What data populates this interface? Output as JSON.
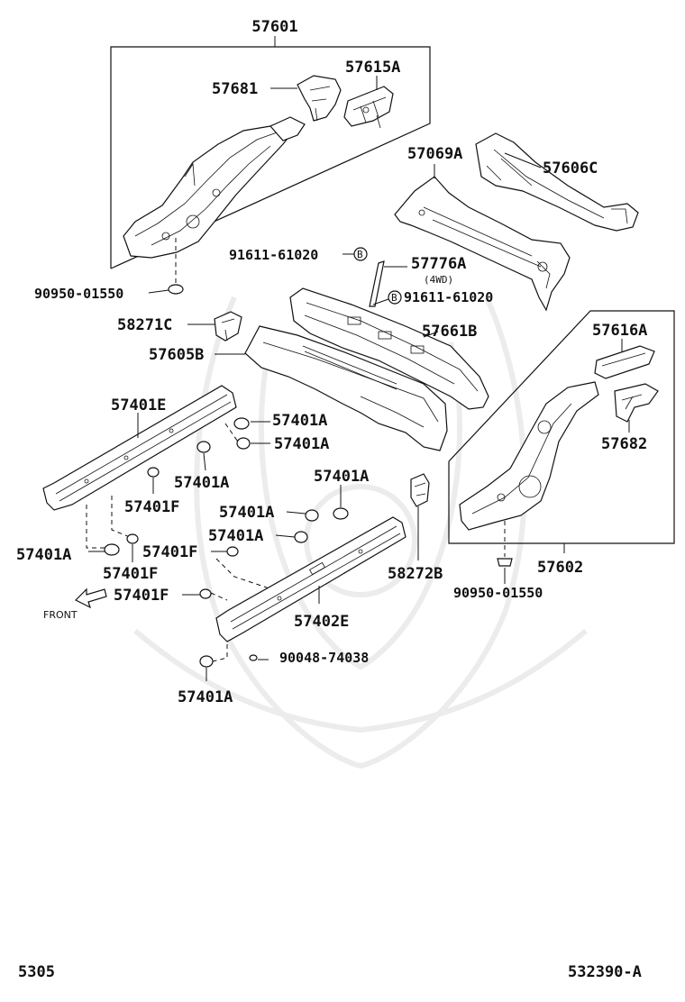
{
  "diagram": {
    "footer_left": "5305",
    "footer_right": "532390-A",
    "front_label": "FRONT",
    "labels": {
      "p57601": "57601",
      "p57681": "57681",
      "p57615A": "57615A",
      "p57069A": "57069A",
      "p57606C": "57606C",
      "p91611_top": "91611-61020",
      "p57776A": "57776A",
      "p4wd": "(4WD)",
      "p91611_bot": "91611-61020",
      "p90950_top": "90950-01550",
      "p58271C": "58271C",
      "p57661B": "57661B",
      "p57605B": "57605B",
      "p57616A": "57616A",
      "p57682": "57682",
      "p57401E": "57401E",
      "p57401A_1": "57401A",
      "p57401A_2": "57401A",
      "p57401A_3": "57401A",
      "p57401F_1": "57401F",
      "p57401A_4": "57401A",
      "p57401A_5": "57401A",
      "p57401A_6": "57401A",
      "p57401A_7": "57401A",
      "p57401F_2": "57401F",
      "p57401F_3": "57401F",
      "p57401F_4": "57401F",
      "p58272B": "58272B",
      "p57602": "57602",
      "p90950_bot": "90950-01550",
      "p57402E": "57402E",
      "p90048": "90048-74038",
      "p57401A_8": "57401A",
      "bolt_mark": "B"
    }
  }
}
